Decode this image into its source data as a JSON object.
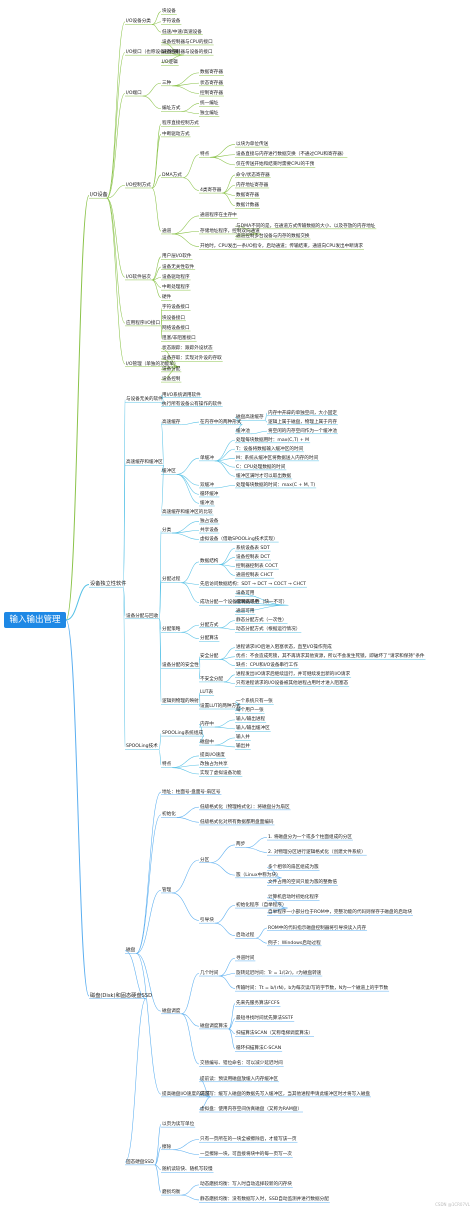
{
  "root": "输入输出管理",
  "watermark": "CSDN @1CR07VL",
  "branch_colors": [
    "#8bc34a",
    "#56c1e6",
    "#5aaef0",
    "#f7a26b"
  ],
  "branches": [
    {
      "label": "I/O设备",
      "children": [
        {
          "label": "I/O设备分类",
          "children": [
            {
              "label": "块设备"
            },
            {
              "label": "字符设备"
            },
            {
              "label": "低速/中速/高速设备"
            }
          ]
        },
        {
          "label": "I/O接口（也称设备控制器）",
          "children": [
            {
              "label": "设备控制器与CPU的接口"
            },
            {
              "label": "设备控制器与设备的接口"
            },
            {
              "label": "I/O逻辑"
            }
          ]
        },
        {
          "label": "I/O端口",
          "children": [
            {
              "label": "三种",
              "children": [
                {
                  "label": "数据寄存器"
                },
                {
                  "label": "状态寄存器"
                },
                {
                  "label": "控制寄存器"
                }
              ]
            },
            {
              "label": "编址方式",
              "children": [
                {
                  "label": "统一编址"
                },
                {
                  "label": "独立编址"
                }
              ]
            }
          ]
        },
        {
          "label": "I/O控制方式",
          "children": [
            {
              "label": "程序直接控制方式"
            },
            {
              "label": "中断驱动方式"
            },
            {
              "label": "DMA方式",
              "children": [
                {
                  "label": "特点",
                  "children": [
                    {
                      "label": "以块为单位传送"
                    },
                    {
                      "label": "设备直接与内存进行数据交换（不通过CPU和寄存器）"
                    },
                    {
                      "label": "仅在传送开始和结束时需要CPU的干预"
                    }
                  ]
                },
                {
                  "label": "4类寄存器",
                  "children": [
                    {
                      "label": "命令/状态寄存器"
                    },
                    {
                      "label": "内存地址寄存器"
                    },
                    {
                      "label": "数据寄存器"
                    },
                    {
                      "label": "数据计数器"
                    }
                  ]
                }
              ]
            },
            {
              "label": "通道",
              "children": [
                {
                  "label": "通道程序在主存中"
                },
                {
                  "label": "存储地址程序，控制双向通道",
                  "children": [
                    {
                      "label": "与DMA不同的是，在通道方式传输数据的大小、以及存放的内存地址"
                    },
                    {
                      "label": "通道控制多台设备与内存的数据交换"
                    }
                  ]
                },
                {
                  "label": "开始时，CPU发出一条I/O指令，启动通道；传输结束，通道向CPU发出中断请求"
                }
              ]
            }
          ]
        },
        {
          "label": "I/O软件层次",
          "children": [
            {
              "label": "用户层I/O软件"
            },
            {
              "label": "设备无关性软件"
            },
            {
              "label": "设备驱动程序"
            },
            {
              "label": "中断处理程序"
            },
            {
              "label": "硬件"
            }
          ]
        },
        {
          "label": "应用程序I/O接口",
          "children": [
            {
              "label": "字符设备接口"
            },
            {
              "label": "块设备接口"
            },
            {
              "label": "网络设备接口"
            },
            {
              "label": "阻塞/非阻塞接口"
            }
          ]
        },
        {
          "label": "I/O管理（单独的功能单）",
          "children": [
            {
              "label": "状态跟踪：跟踪外设状态"
            },
            {
              "label": "设备存取：实现对外设的存取"
            },
            {
              "label": "设备分配"
            },
            {
              "label": "设备控制"
            }
          ]
        }
      ]
    },
    {
      "label": "设备独立性软件",
      "children": [
        {
          "label": "与设备无关的软件",
          "children": [
            {
              "label": "用I/O系统调用软件"
            },
            {
              "label": "执行所有设备公有操作的软件"
            }
          ]
        },
        {
          "label": "高速缓存和缓冲区",
          "children": [
            {
              "label": "高速缓存",
              "children": [
                {
                  "label": "在内存中的两种形式",
                  "children": [
                    {
                      "label": "磁盘高速缓存",
                      "children": [
                        {
                          "label": "内存中开辟的单独空间，大小固定"
                        },
                        {
                          "label": "逻辑上属于磁盘，物理上属于内存"
                        }
                      ]
                    },
                    {
                      "label": "缓冲池",
                      "children": [
                        {
                          "label": "将空闲的内存空间作为一个缓冲池"
                        }
                      ]
                    }
                  ]
                }
              ]
            },
            {
              "label": "缓冲区",
              "children": [
                {
                  "label": "单缓冲",
                  "children": [
                    {
                      "label": "处理每块数据用时：max(C,T) + M"
                    },
                    {
                      "label": "T：设备将数据输入缓冲区的时间"
                    },
                    {
                      "label": "M：系统从缓冲区将数据送入内存的时间"
                    },
                    {
                      "label": "C：CPU处理数据的时间"
                    },
                    {
                      "label": "缓冲区满时才可以取出数据"
                    }
                  ]
                },
                {
                  "label": "双缓冲",
                  "children": [
                    {
                      "label": "处理每块数据的时间：max(C + M, T)"
                    }
                  ]
                },
                {
                  "label": "循环缓冲"
                },
                {
                  "label": "缓冲池"
                }
              ]
            },
            {
              "label": "高速缓存和缓冲区的比较"
            }
          ]
        },
        {
          "label": "设备分配与回收",
          "children": [
            {
              "label": "分类",
              "children": [
                {
                  "label": "独占设备"
                },
                {
                  "label": "共享设备"
                },
                {
                  "label": "虚拟设备（借助SPOOLing技术实现）"
                }
              ]
            },
            {
              "label": "分配过程",
              "children": [
                {
                  "label": "数据结构",
                  "children": [
                    {
                      "label": "系统设备表 SDT"
                    },
                    {
                      "label": "设备控制表 DCT"
                    },
                    {
                      "label": "控制器控制表 COCT"
                    },
                    {
                      "label": "通道控制表 CHCT"
                    }
                  ]
                },
                {
                  "label": "先后访问数据结构：SDT → DCT → COCT → CHCT"
                },
                {
                  "label": "成功分配一个设备需要的条件（缺一不可）",
                  "children": [
                    {
                      "label": "设备可用"
                    },
                    {
                      "label": "控制器可用"
                    },
                    {
                      "label": "通道可用"
                    }
                  ]
                }
              ]
            },
            {
              "label": "分配策略",
              "children": [
                {
                  "label": "分配方式",
                  "children": [
                    {
                      "label": "静态分配方式（一次性）"
                    },
                    {
                      "label": "动态分配方式（根据运行情况）"
                    }
                  ]
                },
                {
                  "label": "分配算法"
                }
              ]
            },
            {
              "label": "设备分配的安全性",
              "children": [
                {
                  "label": "安全分配",
                  "children": [
                    {
                      "label": "进程请求I/O后进入阻塞状态，直至I/O操作完成"
                    },
                    {
                      "label": "优点：不会造成死锁，其不再请求其他资源，所以不会发生死锁，即破坏了“请求和保持”条件"
                    },
                    {
                      "label": "缺点：CPU和I/O设备串行工作"
                    }
                  ]
                },
                {
                  "label": "不安全分配",
                  "children": [
                    {
                      "label": "进程发出I/O请求后继续运行，并可继续发出新的I/O请求"
                    },
                    {
                      "label": "只有进程请求的I/O设备被其他进程占用时才进入阻塞态"
                    }
                  ]
                }
              ]
            },
            {
              "label": "逻辑到物理的映射",
              "children": [
                {
                  "label": "LUT表"
                },
                {
                  "label": "设置LUT的两种方式",
                  "children": [
                    {
                      "label": "一个系统只有一张"
                    },
                    {
                      "label": "每个用户一张"
                    }
                  ]
                }
              ]
            }
          ]
        },
        {
          "label": "SPOOLing技术",
          "children": [
            {
              "label": "SPOOLing系统组成",
              "children": [
                {
                  "label": "内存中",
                  "children": [
                    {
                      "label": "输入/输出进程"
                    },
                    {
                      "label": "输入/输出缓冲区"
                    }
                  ]
                },
                {
                  "label": "磁盘中",
                  "children": [
                    {
                      "label": "输入井"
                    },
                    {
                      "label": "输出井"
                    }
                  ]
                }
              ]
            },
            {
              "label": "特点",
              "children": [
                {
                  "label": "提高I/O速度"
                },
                {
                  "label": "改独占为共享"
                },
                {
                  "label": "实现了虚拟设备功能"
                }
              ]
            }
          ]
        }
      ]
    },
    {
      "label": "磁盘(Disk)和固态硬盘SSD",
      "children": [
        {
          "label": "磁盘",
          "children": [
            {
              "label": "地址：柱面号-盘面号-扇区号"
            },
            {
              "label": "初始化",
              "children": [
                {
                  "label": "低级格式化（物理格式化）：将磁盘分为扇区"
                },
                {
                  "label": "低级格式化对所有数据都用盘面编码"
                }
              ]
            },
            {
              "label": "管理",
              "children": [
                {
                  "label": "分区",
                  "children": [
                    {
                      "label": "两步",
                      "children": [
                        {
                          "label": "1. 将磁盘分为一个或多个柱面组成的分区"
                        },
                        {
                          "label": "2. 对物理分区进行逻辑格式化（创建文件系统）"
                        }
                      ]
                    },
                    {
                      "label": "簇（Linux中称为块）",
                      "children": [
                        {
                          "label": "多个相邻的扇区组成为簇"
                        },
                        {
                          "label": "文件占用的空间只能为簇的整数倍"
                        }
                      ]
                    }
                  ]
                },
                {
                  "label": "引导块",
                  "children": [
                    {
                      "label": "初始化程序（自举程序）",
                      "children": [
                        {
                          "label": "计算机启动时初始化程序"
                        },
                        {
                          "label": "自举程序一小部分位于ROM中，完整功能的代码则保存于磁盘的启动块"
                        }
                      ]
                    },
                    {
                      "label": "启动过程",
                      "children": [
                        {
                          "label": "ROM中的代码指示磁盘控制器将引导块读入内存"
                        },
                        {
                          "label": "例子：Windows启动过程"
                        }
                      ]
                    }
                  ]
                }
              ]
            },
            {
              "label": "磁盘调度",
              "children": [
                {
                  "label": "几个时间",
                  "children": [
                    {
                      "label": "寻道时间"
                    },
                    {
                      "label": "旋转延迟时间：Tr = 1/(2r)，r为磁盘转速"
                    },
                    {
                      "label": "传输时间：Tt = b/(rN)，b为每次读/写的字节数，N为一个磁道上的字节数"
                    }
                  ]
                },
                {
                  "label": "磁盘调度算法",
                  "children": [
                    {
                      "label": "先来先服务算法FCFS"
                    },
                    {
                      "label": "最短寻找时间优先算法SSTF"
                    },
                    {
                      "label": "扫描算法SCAN（又称电梯调度算法）"
                    },
                    {
                      "label": "循环扫描算法C-SCAN"
                    }
                  ]
                },
                {
                  "label": "交替编号、错位命名：可以减少延迟时间"
                }
              ]
            },
            {
              "label": "提高磁盘I/O速度的方法",
              "children": [
                {
                  "label": "提前读：预读用磁盘放缓入内存缓冲区"
                },
                {
                  "label": "延迟写：缓写入磁盘的数据先写入缓冲区，当其他进程申请此缓冲区时才将写入磁盘"
                },
                {
                  "label": "虚拟盘：使用内存空间仿真磁盘（又称为RAM盘）"
                }
              ]
            }
          ]
        },
        {
          "label": "固态硬盘SSD",
          "children": [
            {
              "label": "以页为读写单位"
            },
            {
              "label": "擦除",
              "children": [
                {
                  "label": "只有一页所在的一块全被擦除后，才能写该一页"
                },
                {
                  "label": "一旦擦除一块，可直接将块中的每一页写一次"
                }
              ]
            },
            {
              "label": "随机读较快、随机写较慢"
            },
            {
              "label": "磨损均衡",
              "children": [
                {
                  "label": "动态磨损均衡：写入时自动选择较新的闪存块"
                },
                {
                  "label": "静态磨损均衡：没有数据写入时，SSD自动监测并进行数据分配"
                }
              ]
            }
          ]
        }
      ]
    }
  ]
}
